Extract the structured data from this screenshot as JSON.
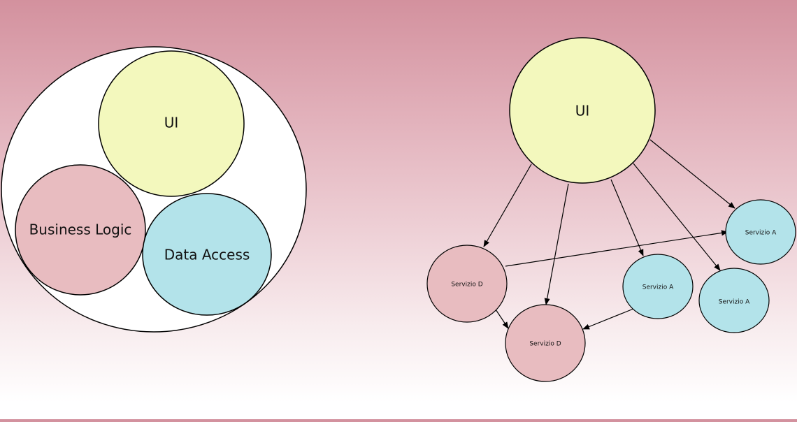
{
  "colors": {
    "ui": "#f3f8bd",
    "business": "#e8bcc0",
    "data": "#b3e3ea",
    "container": "#ffffff",
    "outline": "#000000"
  },
  "monolith": {
    "ui_label": "UI",
    "business_label": "Business Logic",
    "data_label": "Data Access"
  },
  "microservices": {
    "ui_label": "UI",
    "nodes": {
      "service_d_left": "Servizio D",
      "service_d_bottom": "Servizio D",
      "service_a_right_top": "Servizio A",
      "service_a_middle": "Servizio A",
      "service_a_right_bottom": "Servizio A"
    }
  }
}
